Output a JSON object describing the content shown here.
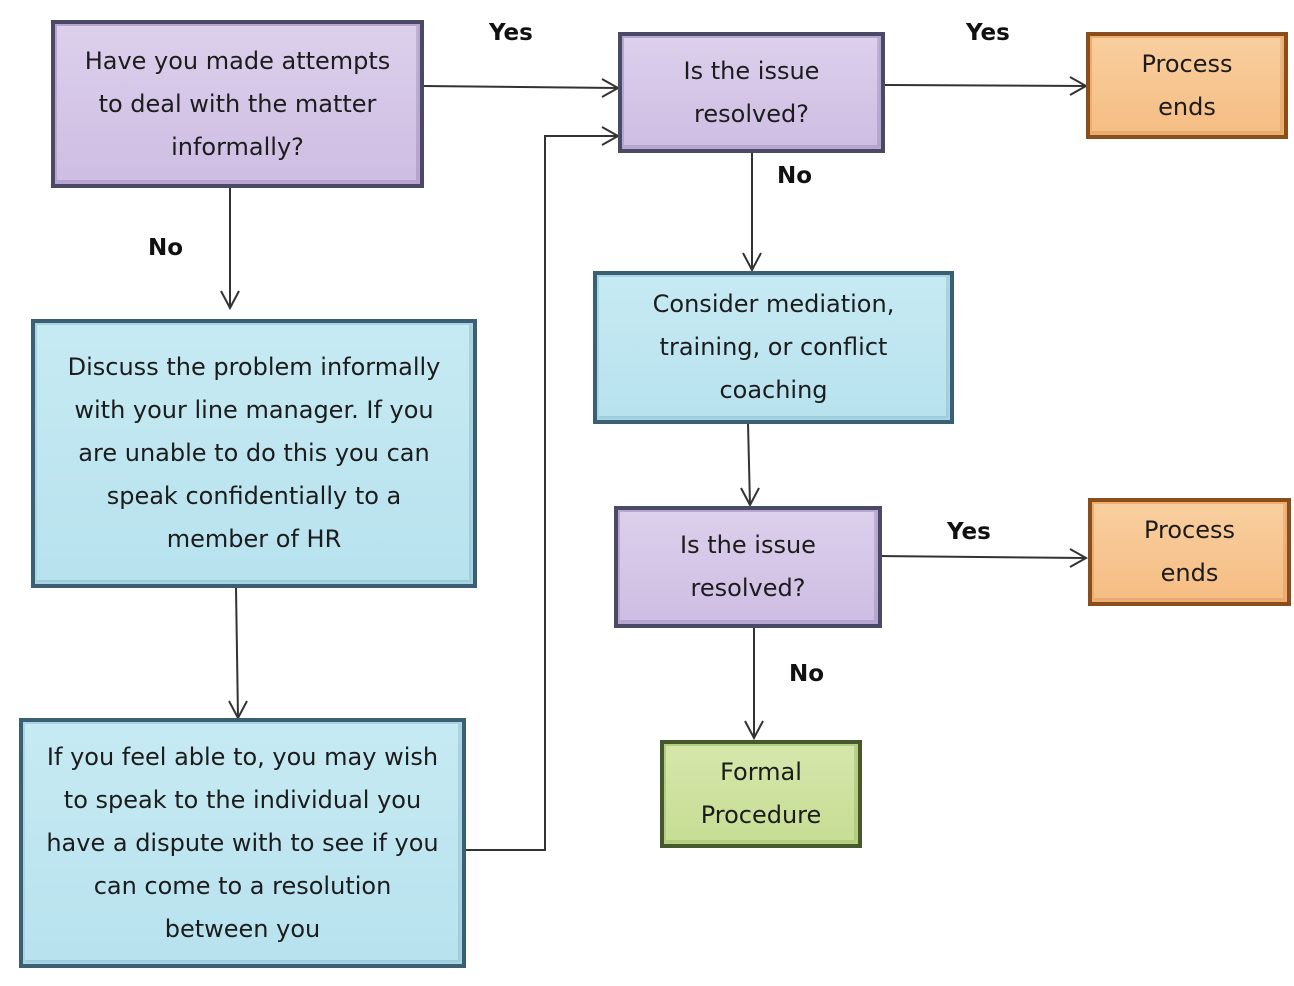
{
  "nodes": {
    "q_informal": "Have you made attempts to deal with the matter informally?",
    "q_resolved_1": "Is the issue resolved?",
    "end_1": "Process ends",
    "discuss": "Discuss the problem informally with your line manager. If you are unable to do this you can speak confidentially to a member of HR",
    "speak_individual": "If you feel able to, you may wish to speak to the individual you have a dispute with to see if you can come to a resolution between you",
    "consider_mediation": "Consider mediation, training, or conflict coaching",
    "q_resolved_2": "Is the issue resolved?",
    "end_2": "Process ends",
    "formal": "Formal Procedure"
  },
  "labels": {
    "yes_1": "Yes",
    "yes_2": "Yes",
    "yes_3": "Yes",
    "no_1": "No",
    "no_2": "No",
    "no_3": "No"
  },
  "colors": {
    "decision": "#cebde3",
    "info": "#b7e2ee",
    "end": "#f5bd83",
    "formal": "#c6dd93",
    "connector": "#333333"
  }
}
